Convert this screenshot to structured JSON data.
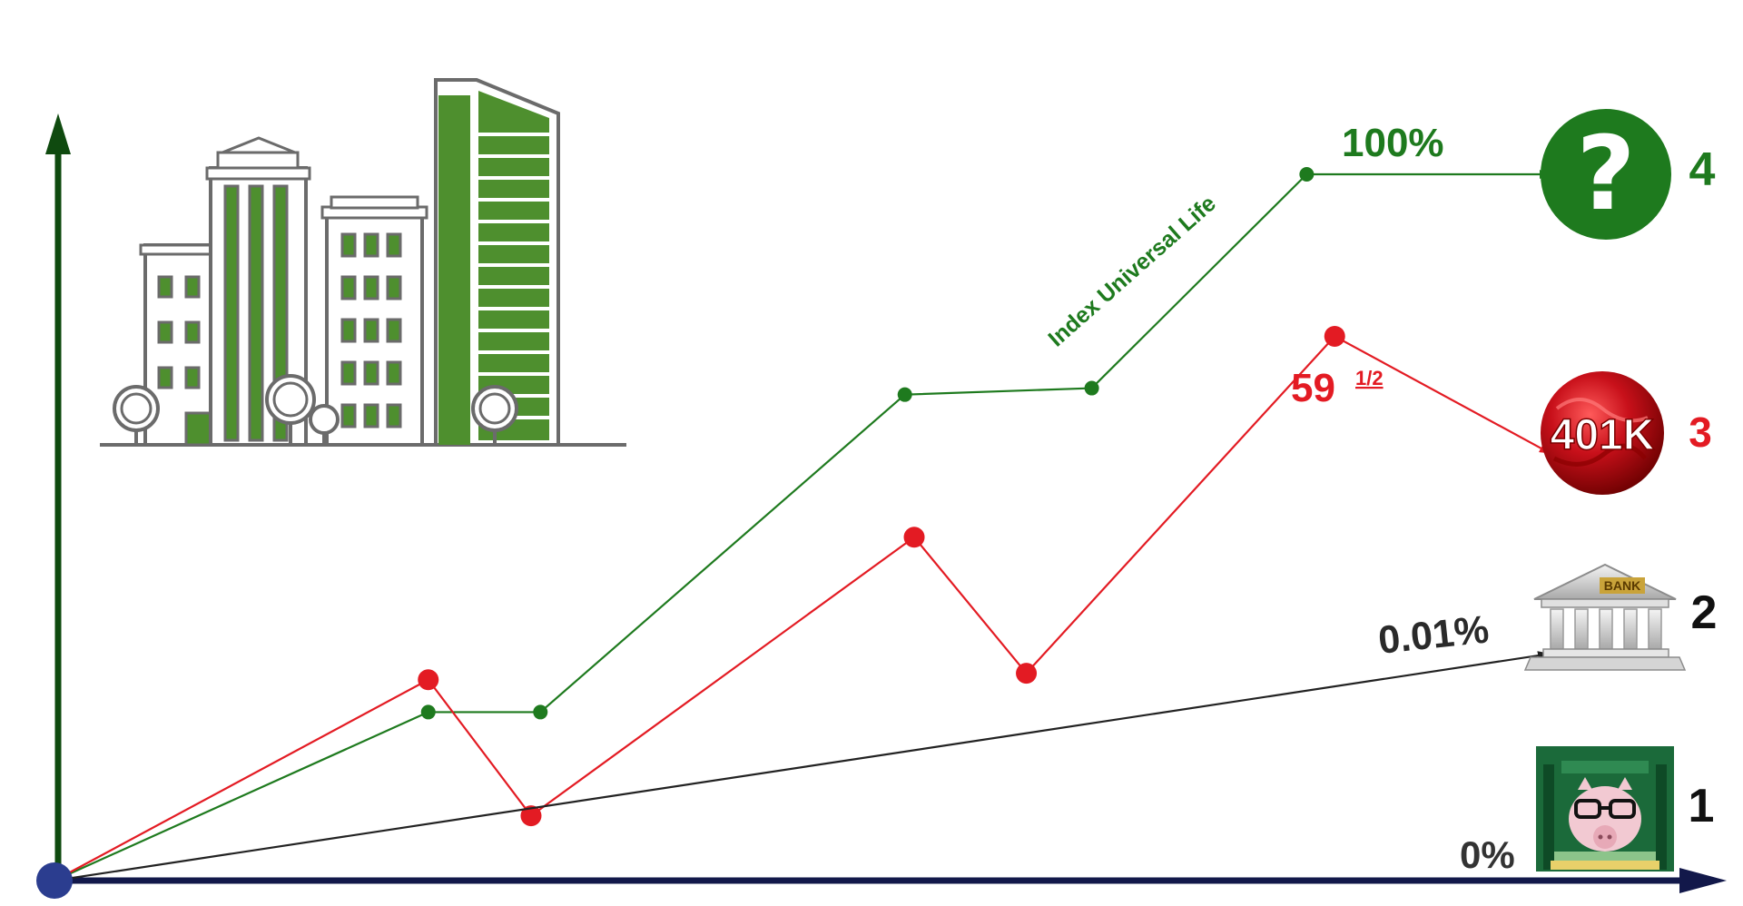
{
  "colors": {
    "iul": "#1e7a1e",
    "k401": "#e31b23",
    "bank": "#222222",
    "axis_y": "#0f4a0f",
    "axis_x": "#12184a",
    "origin": "#2b3d8f",
    "building_green": "#4e8f2e",
    "building_outline": "#6b6b6b"
  },
  "chart_data": {
    "type": "line",
    "title": "",
    "xlabel": "",
    "ylabel": "",
    "grid": false,
    "legend": "none",
    "series": [
      {
        "name": "Index Universal Life",
        "color": "#1e7a1e",
        "points": [
          [
            0,
            0
          ],
          [
            2.0,
            1.3
          ],
          [
            2.6,
            1.3
          ],
          [
            4.55,
            3.75
          ],
          [
            5.55,
            3.8
          ],
          [
            6.7,
            5.45
          ],
          [
            8.0,
            5.45
          ]
        ]
      },
      {
        "name": "",
        "color": "#e31b23",
        "points": [
          [
            0,
            0
          ],
          [
            2.0,
            1.55
          ],
          [
            2.55,
            0.5
          ],
          [
            4.6,
            2.65
          ],
          [
            5.2,
            1.6
          ],
          [
            6.85,
            4.2
          ],
          [
            8.0,
            3.3
          ]
        ]
      },
      {
        "name": "",
        "color": "#222222",
        "points": [
          [
            0,
            0
          ],
          [
            8.0,
            1.75
          ]
        ]
      }
    ],
    "annotations": {
      "iul_rate": "100%",
      "k401_fraction_whole": "59",
      "k401_fraction_part": "1/2",
      "bank_rate": "0.01%",
      "piggy_rate": "0%"
    },
    "end_labels": [
      {
        "rank": "4",
        "icon": "question-mark-icon",
        "color": "#1e7a1e"
      },
      {
        "rank": "3",
        "icon": "401k-badge-icon",
        "text": "401K",
        "color": "#e31b23"
      },
      {
        "rank": "2",
        "icon": "bank-icon",
        "text": "BANK",
        "color": "#222222"
      },
      {
        "rank": "1",
        "icon": "piggy-bank-icon",
        "color": "#222222"
      }
    ]
  }
}
